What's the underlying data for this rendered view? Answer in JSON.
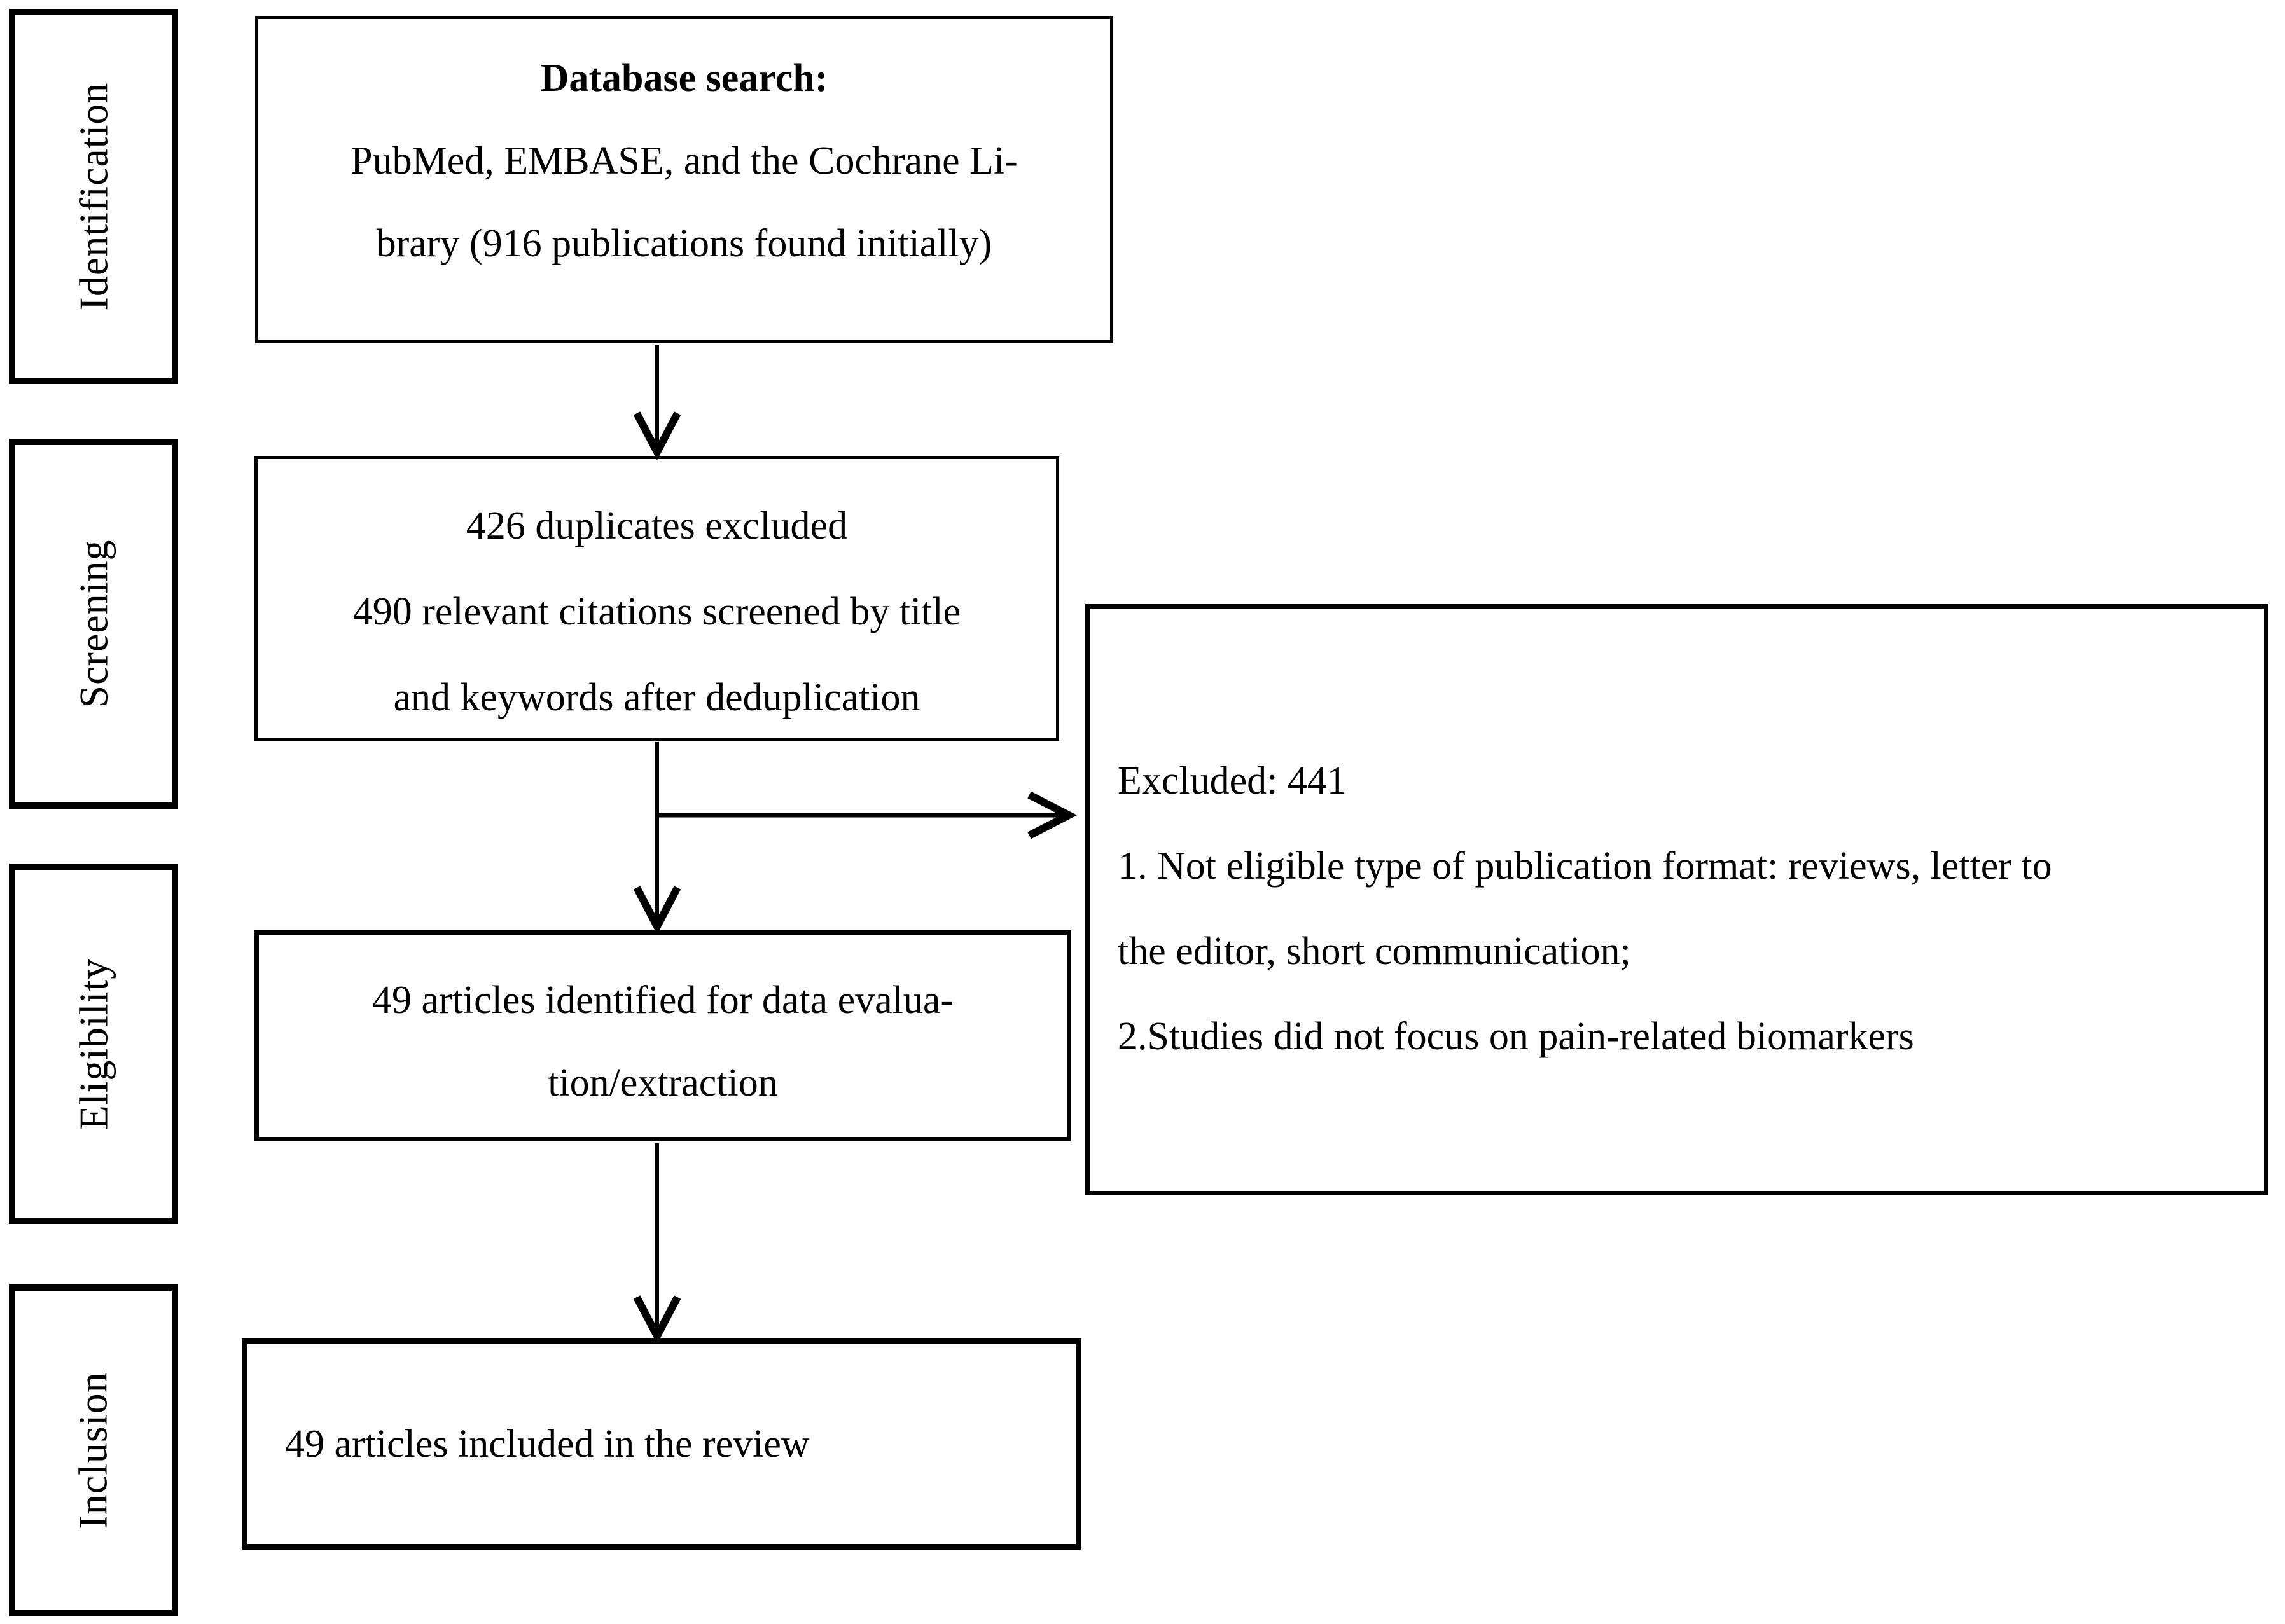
{
  "colors": {
    "line": "#000000",
    "background": "#ffffff"
  },
  "stages": [
    "Identification",
    "Screening",
    "Eligibility",
    "Inclusion"
  ],
  "boxes": {
    "database_search": {
      "lines": [
        "Database search:",
        "PubMed, EMBASE, and the Cochrane Li-",
        "brary (916 publications found initially)"
      ]
    },
    "screening_result": {
      "lines": [
        "426 duplicates excluded",
        "490 relevant citations screened by title",
        "and keywords after deduplication"
      ]
    },
    "excluded": {
      "lines": [
        "Excluded: 441",
        "1. Not eligible type of publication format: reviews, letter to",
        "the editor, short communication;",
        "2.Studies did not focus on pain-related biomarkers"
      ]
    },
    "eligibility_result": {
      "lines": [
        "49 articles identified for data evalua-",
        "tion/extraction"
      ]
    },
    "inclusion_result": {
      "lines": [
        "49 articles included in the review"
      ]
    }
  }
}
